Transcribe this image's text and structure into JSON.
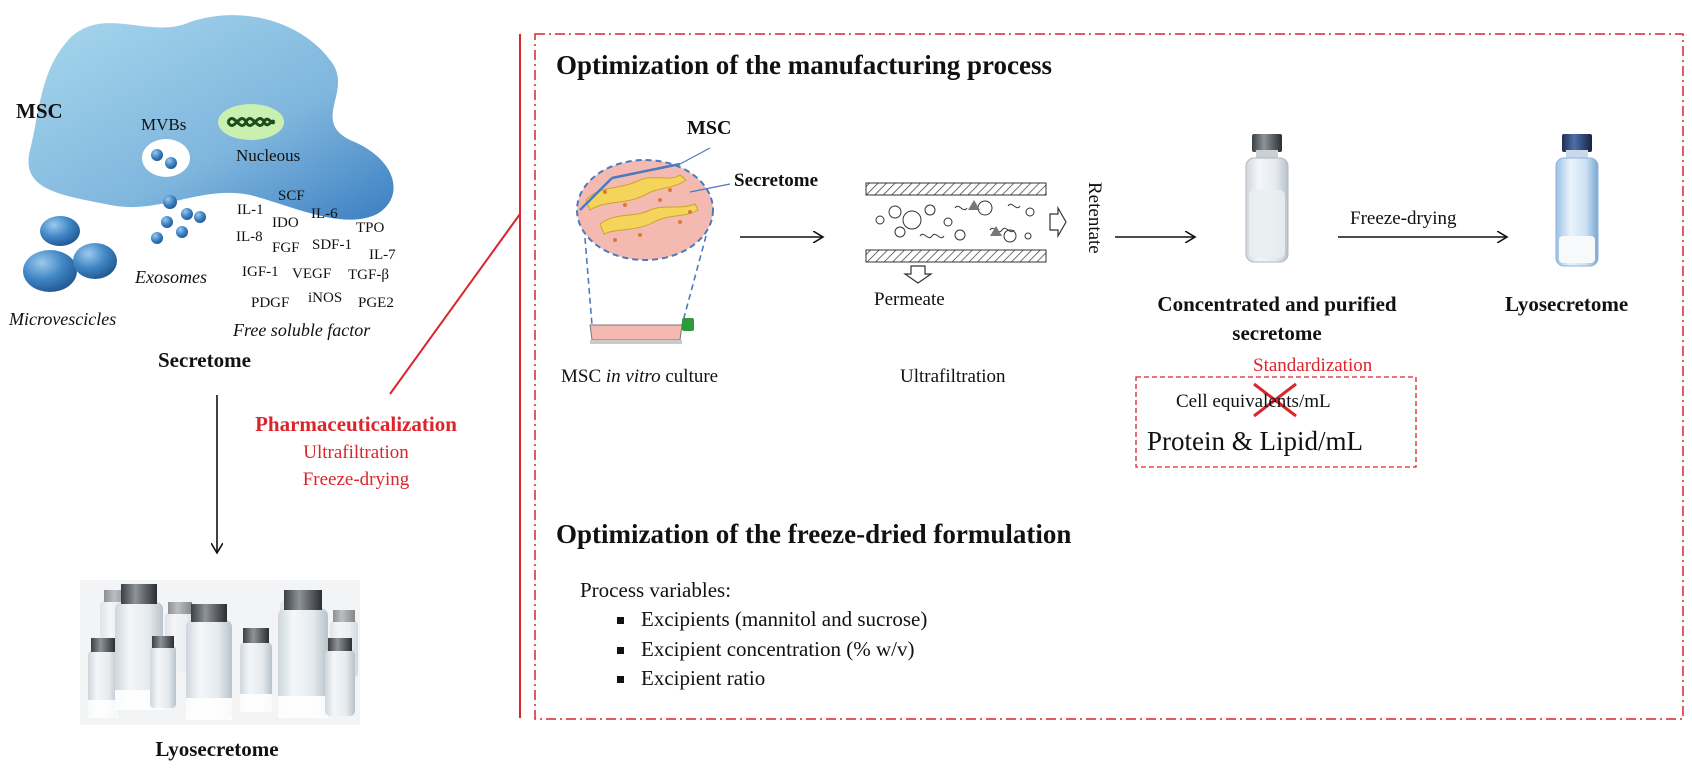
{
  "left": {
    "msc_label": "MSC",
    "mvbs_label": "MVBs",
    "nucleus_label": "Nucleous",
    "exosomes_label": "Exosomes",
    "microvesicles_label": "Microvescicles",
    "factors": [
      "SCF",
      "IL-1",
      "IL-6",
      "IDO",
      "TPO",
      "IL-8",
      "SDF-1",
      "FGF",
      "IL-7",
      "TGF-β",
      "IGF-1",
      "VEGF",
      "iNOS",
      "PGE2",
      "PDGF"
    ],
    "free_factor_label": "Free soluble factor",
    "secretome_label": "Secretome",
    "pharma_title": "Pharmaceuticalization",
    "pharma_step1": "Ultrafiltration",
    "pharma_step2": "Freeze-drying",
    "lyosecretome_label": "Lyosecretome"
  },
  "manufacturing": {
    "title": "Optimization of the manufacturing process",
    "msc_label": "MSC",
    "secretome_label": "Secretome",
    "culture_pre": "MSC ",
    "culture_ital": "in vitro",
    "culture_post": " culture",
    "retentate_label": "Retentate",
    "permeate_label": "Permeate",
    "ultrafiltration_label": "Ultrafiltration",
    "concentrated_line1": "Concentrated and purified",
    "concentrated_line2": "secretome",
    "freeze_drying_label": "Freeze-drying",
    "lyosecretome_label": "Lyosecretome",
    "standardization_label": "Standardization",
    "cell_equivalents_label": "Cell equivalents/mL",
    "protein_lipid_label": "Protein & Lipid/mL"
  },
  "formulation": {
    "title": "Optimization of the freeze-dried formulation",
    "variables_label": "Process variables:",
    "variables": [
      "Excipients (mannitol and sucrose)",
      "Excipient concentration (% w/v)",
      "Excipient ratio"
    ]
  },
  "colors": {
    "accent_red": "#d9252b",
    "cell_blue": "#7fb6dd",
    "sphere_blue": "#2f74b5",
    "nucleus_green": "#c9f0b0"
  }
}
